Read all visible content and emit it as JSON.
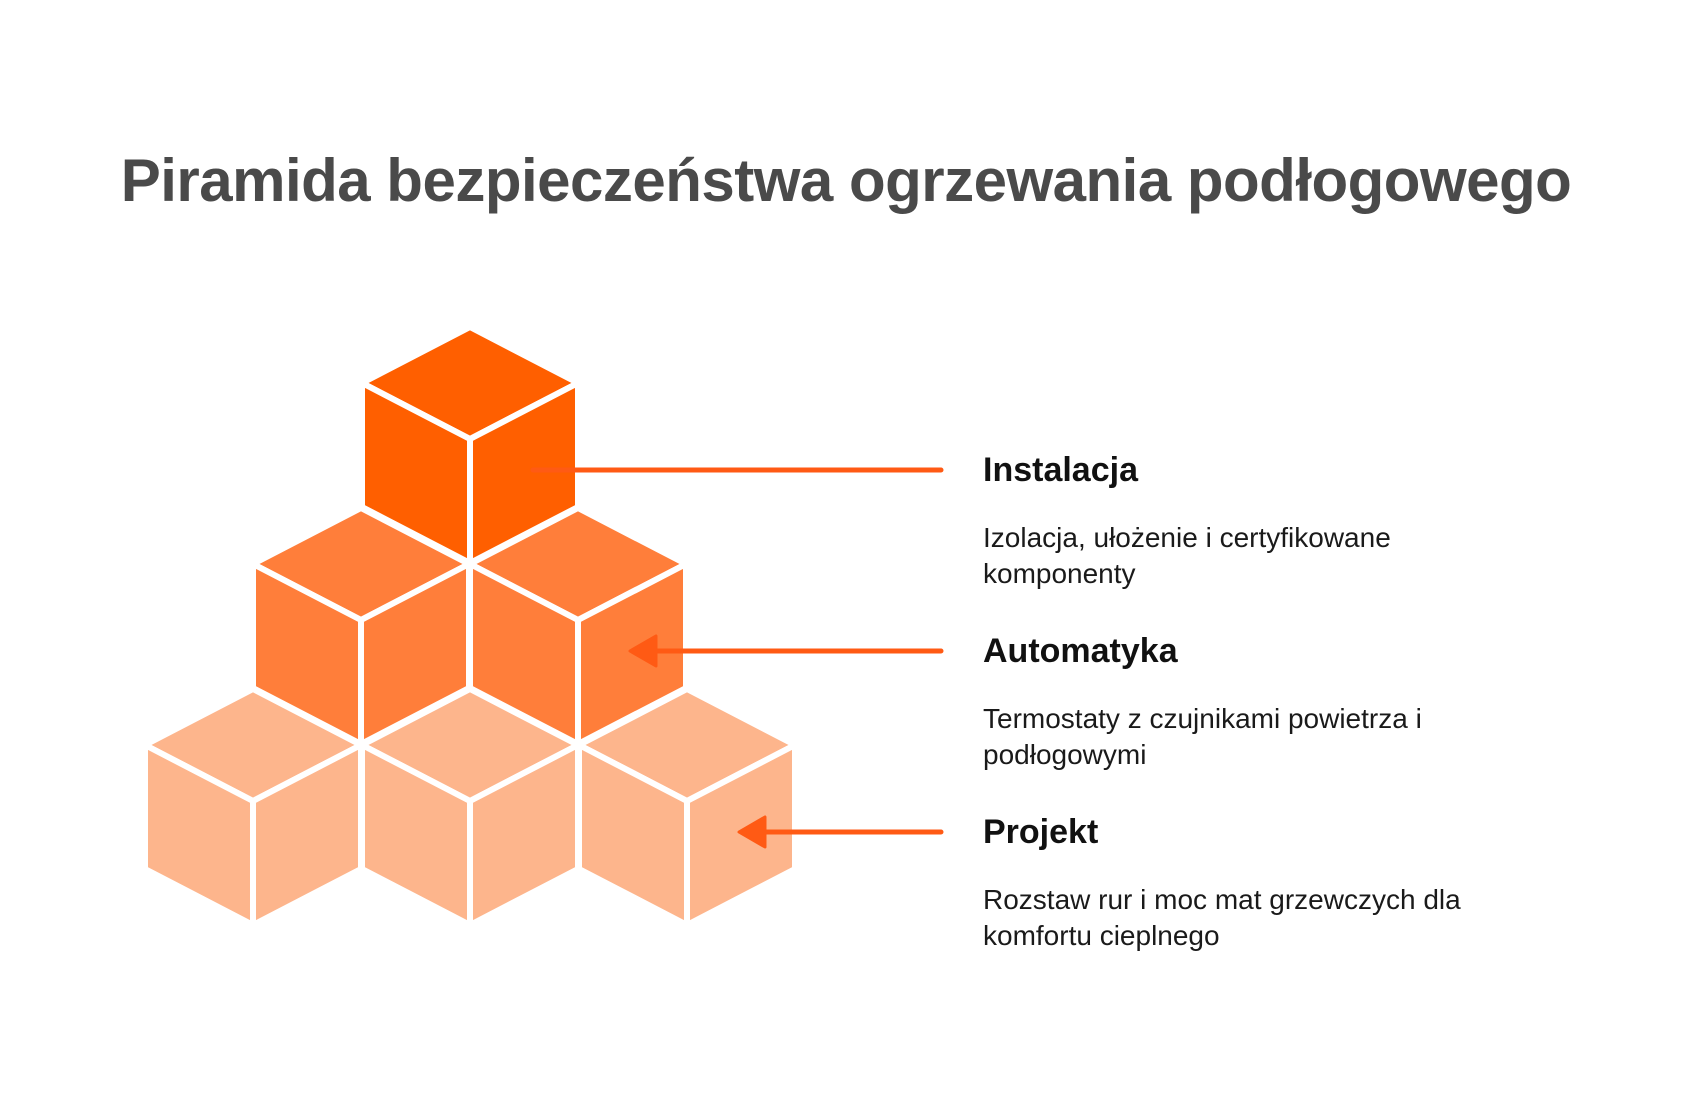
{
  "title": "Piramida bezpieczeństwa ogrzewania podłogowego",
  "colors": {
    "top": "#ff5f00",
    "middle": "#ff7e3a",
    "bottom": "#fdb58c",
    "connector": "#ff5a14",
    "title": "#4a4a4a",
    "text": "#111111"
  },
  "levels": [
    {
      "name": "Instalacja",
      "description": "Izolacja, ułożenie i certyfikowane komponenty",
      "tier": "top",
      "cubes": 1
    },
    {
      "name": "Automatyka",
      "description": "Termostaty z czujnikami powietrza i podłogowymi",
      "tier": "middle",
      "cubes": 2
    },
    {
      "name": "Projekt",
      "description": "Rozstaw rur i moc mat grzewczych dla komfortu cieplnego",
      "tier": "bottom",
      "cubes": 3
    }
  ]
}
